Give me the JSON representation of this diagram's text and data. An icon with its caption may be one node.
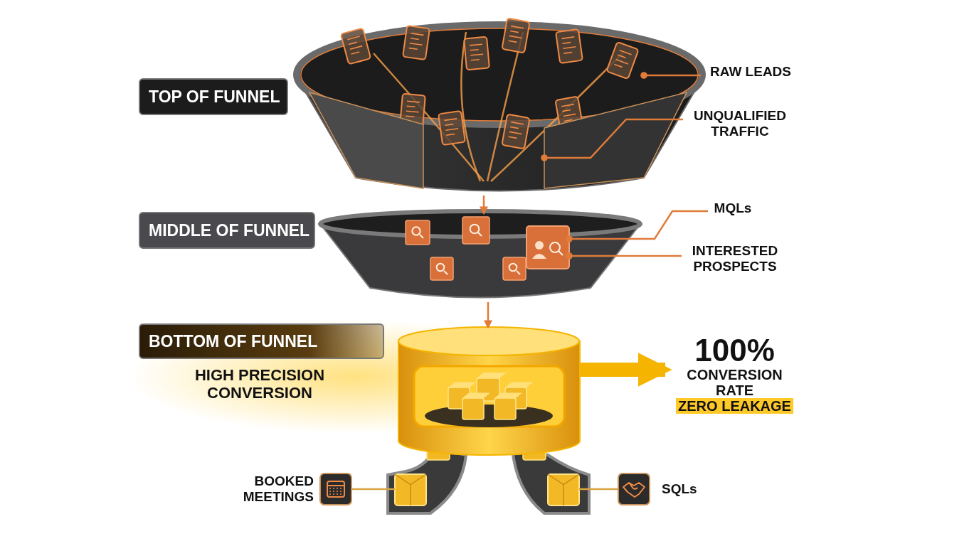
{
  "diagram": {
    "nodes": [
      {
        "text": [
          "TOP OF FUNNEL"
        ]
      },
      {
        "text": [
          "MIDDLE OF FUNNEL"
        ]
      },
      {
        "text": [
          "BOTTOM OF FUNNEL"
        ],
        "beside": [
          "HIGH PRECISION CONVERSION"
        ]
      },
      {
        "text": [],
        "shape": "picture"
      },
      {
        "text": [],
        "shape": "picture"
      },
      {
        "text": [],
        "shape": "cylinder"
      },
      {
        "text": [
          "RAW LEADS"
        ]
      },
      {
        "text": [
          "UNQUALIFIED TRAFFIC"
        ]
      },
      {
        "text": [
          "MQLs"
        ]
      },
      {
        "text": [
          "INTERESTED PROSPECTS"
        ]
      },
      {
        "text": [
          "100%",
          "CONVERSION RATE",
          "ZERO LEAKAGE"
        ]
      },
      {
        "text": [],
        "shape": "picture",
        "beside": [
          "BOOKED MEETINGS"
        ]
      },
      {
        "text": [],
        "shape": "picture",
        "beside": [
          "SQLs"
        ]
      },
      {
        "text": [],
        "shape": "box"
      },
      {
        "text": [],
        "shape": "box"
      },
      {
        "text": [],
        "shape": "box",
        "in": 4
      }
    ],
    "edges": [
      {
        "from": 3,
        "to": 4,
        "arrow": "to"
      },
      {
        "from": 4,
        "to": 5,
        "arrow": "to"
      },
      {
        "from": 5,
        "to": 10,
        "arrow": "to",
        "style": "thick",
        "color": "#f5b400"
      },
      {
        "from": 6,
        "to": 3,
        "arrow": "other"
      },
      {
        "from": 7,
        "to": 3,
        "arrow": "other"
      },
      {
        "from": 8,
        "to": 15,
        "arrow": "other"
      },
      {
        "from": 9,
        "to": 15,
        "arrow": "other"
      },
      {
        "from": 11,
        "to": 13,
        "arrow": "none",
        "color": "#d9a441"
      },
      {
        "from": 12,
        "to": 14,
        "arrow": "none",
        "color": "#d9a441"
      }
    ]
  }
}
